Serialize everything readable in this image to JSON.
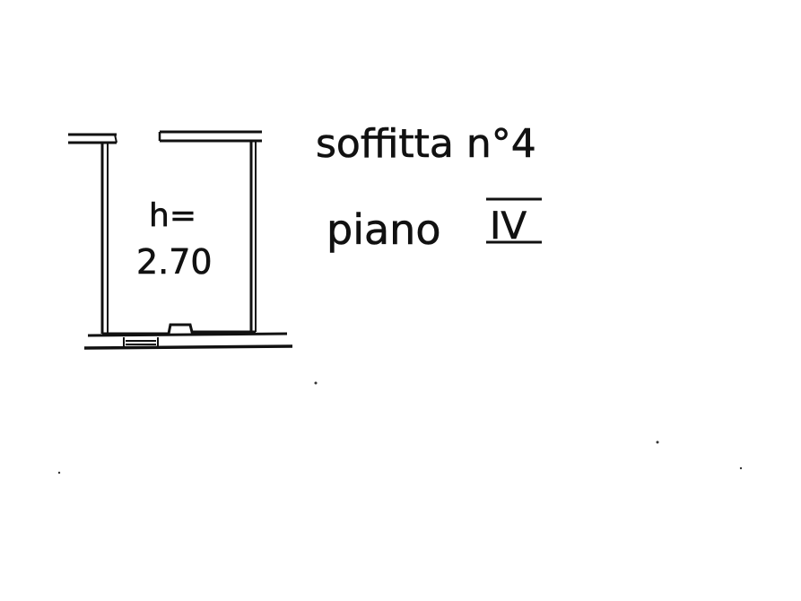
{
  "plan": {
    "room_height_label": "h=",
    "room_height_value": "2.70",
    "title": "soffitta n°4",
    "floor": "piano",
    "floor_number": "IV"
  },
  "colors": {
    "ink": "#111111",
    "background": "#ffffff"
  }
}
